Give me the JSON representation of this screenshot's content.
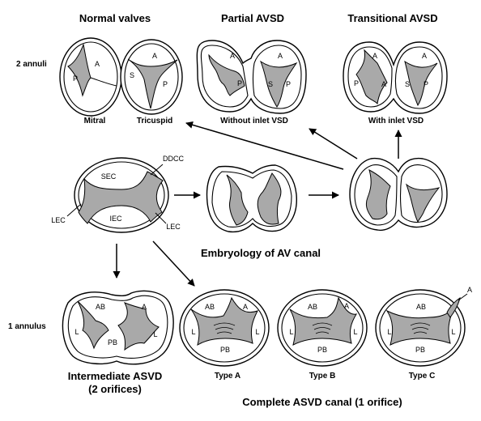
{
  "headings": {
    "normal_valves": "Normal valves",
    "partial_avsd": "Partial AVSD",
    "transitional_avsd": "Transitional AVSD",
    "embryology": "Embryology of AV canal",
    "intermediate_line1": "Intermediate ASVD",
    "intermediate_line2": "(2 orifices)",
    "complete": "Complete ASVD canal (1 orifice)"
  },
  "row_labels": {
    "two_annuli": "2 annuli",
    "one_annulus": "1 annulus"
  },
  "captions": {
    "mitral": "Mitral",
    "tricuspid": "Tricuspid",
    "without_inlet_vsd": "Without inlet VSD",
    "with_inlet_vsd": "With inlet VSD",
    "type_a": "Type A",
    "type_b": "Type B",
    "type_c": "Type C"
  },
  "leaflet_labels": {
    "a": "A",
    "p": "P",
    "s": "S",
    "l": "L",
    "ab": "AB",
    "pb": "PB",
    "sec": "SEC",
    "iec": "IEC",
    "lec": "LEC",
    "ddcc": "DDCC"
  }
}
